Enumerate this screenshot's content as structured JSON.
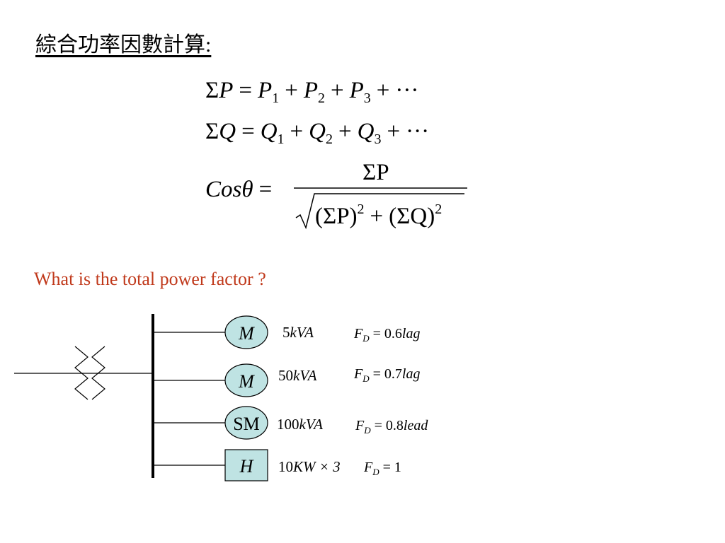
{
  "title": "綜合功率因數計算:",
  "formulas": {
    "p_line": {
      "sigma": "Σ",
      "lhs": "P",
      "eq": "=",
      "t1": "P",
      "s1": "1",
      "plus": "+",
      "t2": "P",
      "s2": "2",
      "t3": "P",
      "s3": "3",
      "dots": "···"
    },
    "q_line": {
      "sigma": "Σ",
      "lhs": "Q",
      "eq": "=",
      "t1": "Q",
      "s1": "1",
      "plus": "+",
      "t2": "Q",
      "s2": "2",
      "t3": "Q",
      "s3": "3",
      "dots": "···"
    },
    "cos_line": {
      "lhs": "Cos",
      "theta": "θ",
      "eq": "=",
      "numerator": "ΣP",
      "den_left": "(ΣP)",
      "den_sq": "2",
      "den_plus": "+",
      "den_right": "(ΣQ)"
    }
  },
  "question": "What is the total power factor ?",
  "colors": {
    "question": "#c0391b",
    "motor_fill": "#bfe3e3",
    "line": "#000000"
  },
  "loads": [
    {
      "symbol": "M",
      "rating_num": "5",
      "rating_unit": "kVA",
      "fd_label": "F",
      "fd_sub": "D",
      "fd_value": "= 0.6",
      "fd_kind": "lag",
      "shape": "ellipse"
    },
    {
      "symbol": "M",
      "rating_num": "50",
      "rating_unit": "kVA",
      "fd_label": "F",
      "fd_sub": "D",
      "fd_value": "= 0.7",
      "fd_kind": "lag",
      "shape": "ellipse"
    },
    {
      "symbol": "SM",
      "rating_num": "100",
      "rating_unit": "kVA",
      "fd_label": "F",
      "fd_sub": "D",
      "fd_value": "= 0.8",
      "fd_kind": "lead",
      "shape": "ellipse"
    },
    {
      "symbol": "H",
      "rating_num": "10",
      "rating_unit": "KW × 3",
      "fd_label": "F",
      "fd_sub": "D",
      "fd_value": "= 1",
      "fd_kind": "",
      "shape": "rect"
    }
  ]
}
